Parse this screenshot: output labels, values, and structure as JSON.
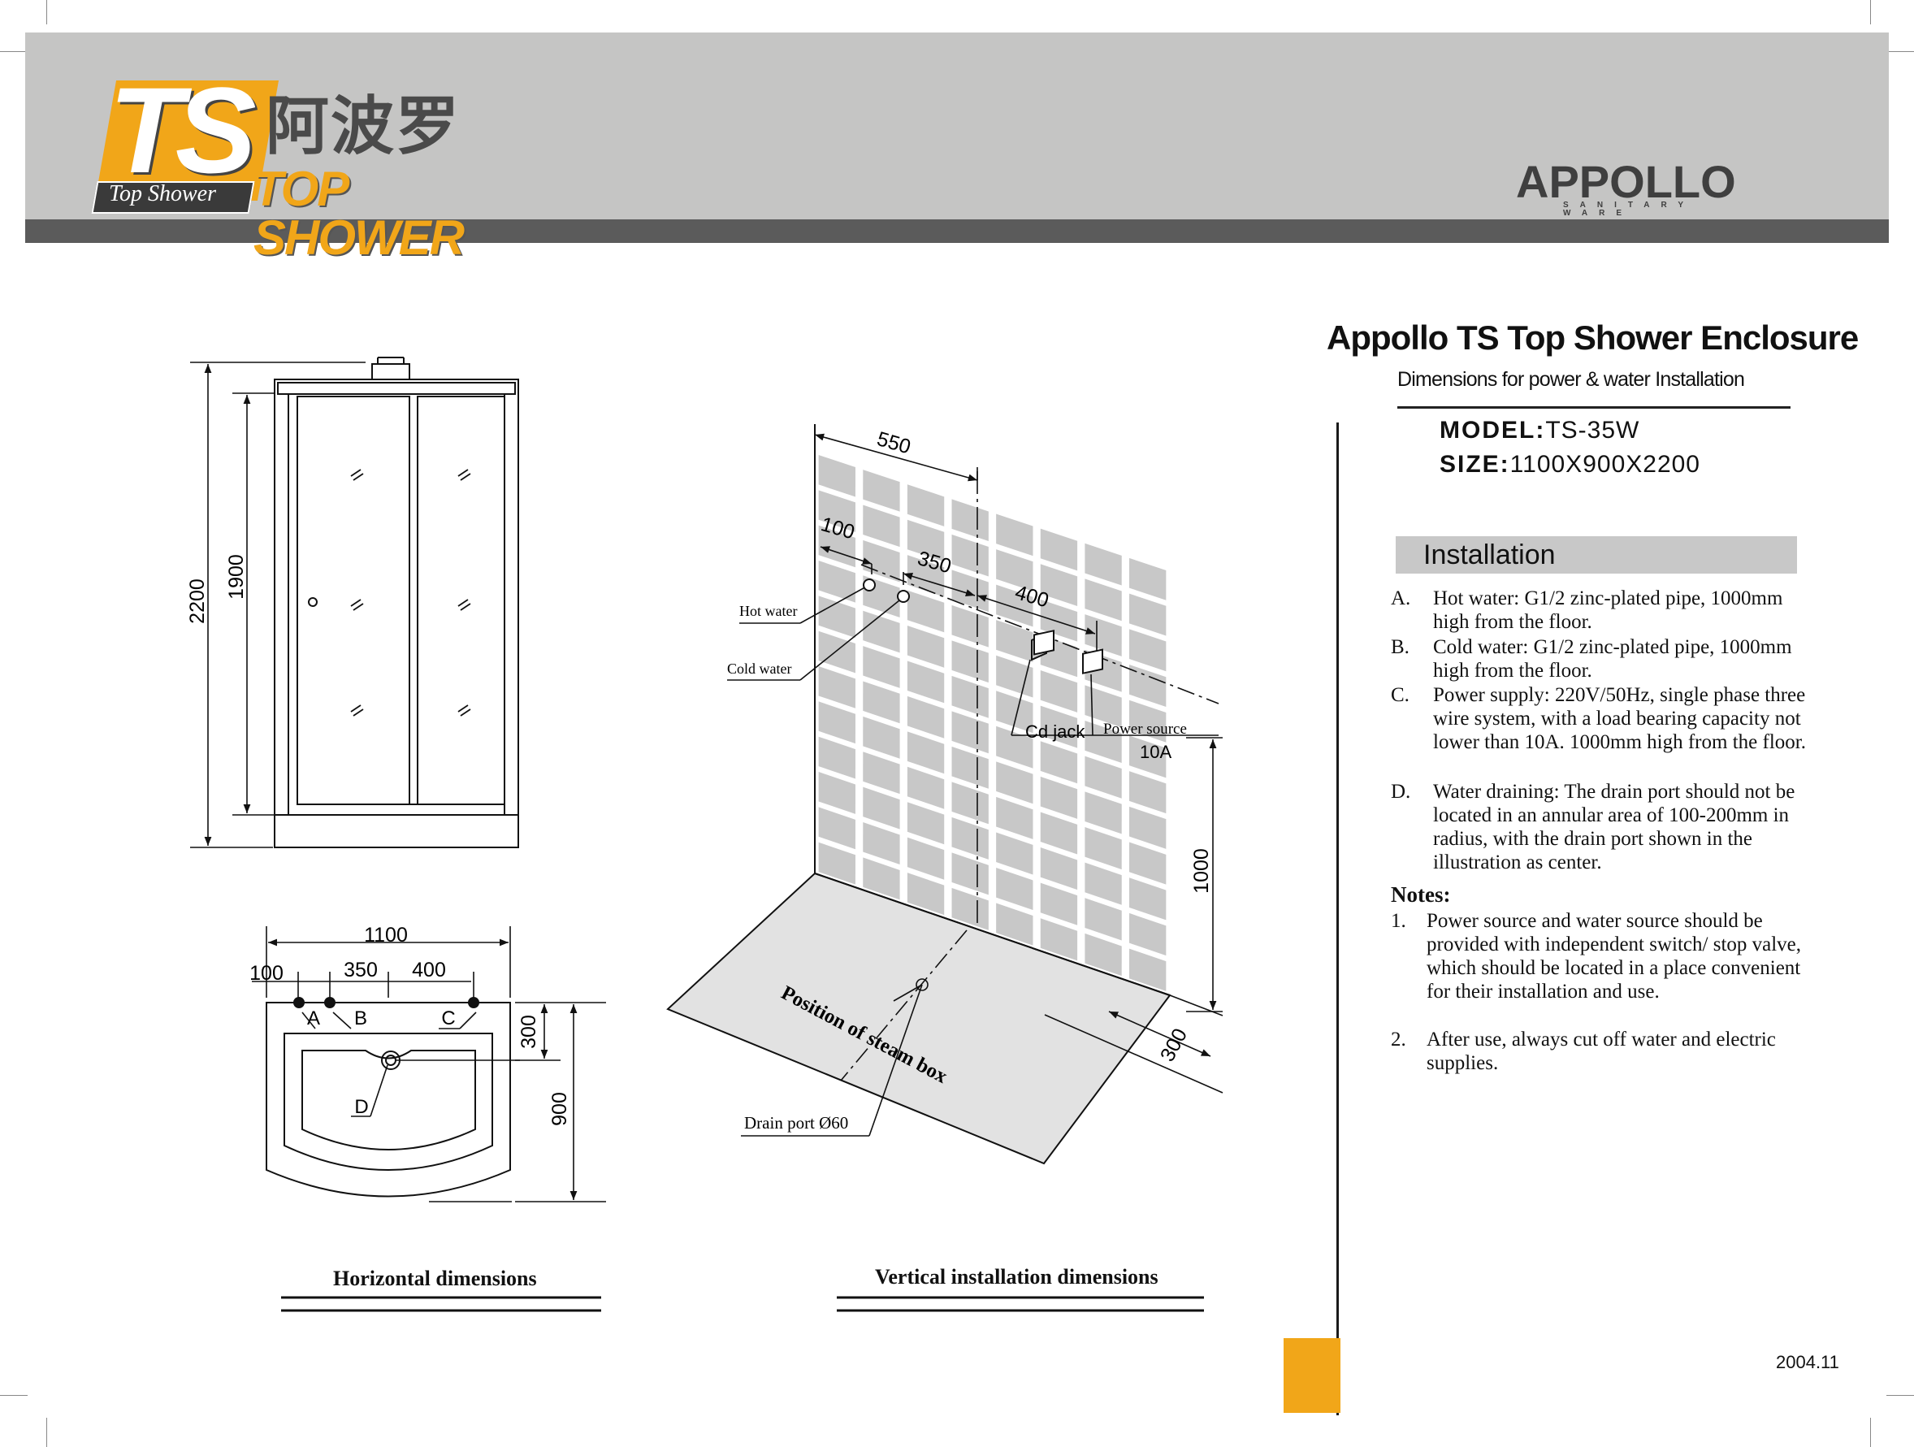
{
  "header": {
    "ts_logo": {
      "initials": "TS",
      "tagline": "Top Shower",
      "chinese_name": "阿波罗",
      "english_name": "TOP SHOWER"
    },
    "appollo_logo": {
      "wordmark": "APPOLLO",
      "subtitle": "SANITARY WARE"
    }
  },
  "colors": {
    "accent": "#f1a619",
    "header_band": "#c5c5c4",
    "header_bar": "#5b5b5b",
    "wall_tile": "#c8c8c8",
    "floor": "#e0e0e0"
  },
  "doc": {
    "title": "Appollo TS Top Shower Enclosure",
    "subtitle": "Dimensions for power & water  Installation",
    "model_label": "MODEL:",
    "model_value": "TS-35W",
    "size_label": "SIZE:",
    "size_value": "1100X900X2200",
    "date": "2004.11"
  },
  "installation": {
    "heading": "Installation",
    "items": [
      {
        "marker": "A.",
        "text": "Hot water: G1/2 zinc-plated pipe, 1000mm high from the floor."
      },
      {
        "marker": "B.",
        "text": "Cold water: G1/2 zinc-plated pipe, 1000mm high from the floor."
      },
      {
        "marker": "C.",
        "text": "Power supply: 220V/50Hz, single phase three wire system, with a load bearing capacity not lower than 10A. 1000mm high from the floor."
      },
      {
        "marker": "D.",
        "text": "Water draining: The drain port should not be located in an annular area of 100-200mm in radius, with the drain port shown in the illustration as center."
      }
    ]
  },
  "notes": {
    "heading": "Notes:",
    "items": [
      {
        "marker": "1.",
        "text": "Power source and water source should be provided with independent switch/ stop valve, which should be located in a place convenient for their installation and use."
      },
      {
        "marker": "2.",
        "text": "After use, always cut off water and electric supplies."
      }
    ]
  },
  "front_view": {
    "dim_total": "2200",
    "dim_door": "1900"
  },
  "horizontal_view": {
    "caption": "Horizontal dimensions",
    "dim_width": "1100",
    "dim_a": "100",
    "dim_b": "350",
    "dim_c": "400",
    "dim_depth": "900",
    "dim_offset": "300",
    "point_a": "A",
    "point_b": "B",
    "point_c": "C",
    "point_d": "D"
  },
  "vertical_view": {
    "caption": "Vertical installation dimensions",
    "dim_550": "550",
    "dim_100": "100",
    "dim_350": "350",
    "dim_400": "400",
    "dim_1000": "1000",
    "dim_300": "300",
    "label_hot": "Hot water",
    "label_cold": "Cold water",
    "label_cdjack": "Cd jack",
    "label_power": "Power  source",
    "label_power_amp": "10A",
    "label_steam": "Position of steam box",
    "label_drain": "Drain port Ø60"
  }
}
